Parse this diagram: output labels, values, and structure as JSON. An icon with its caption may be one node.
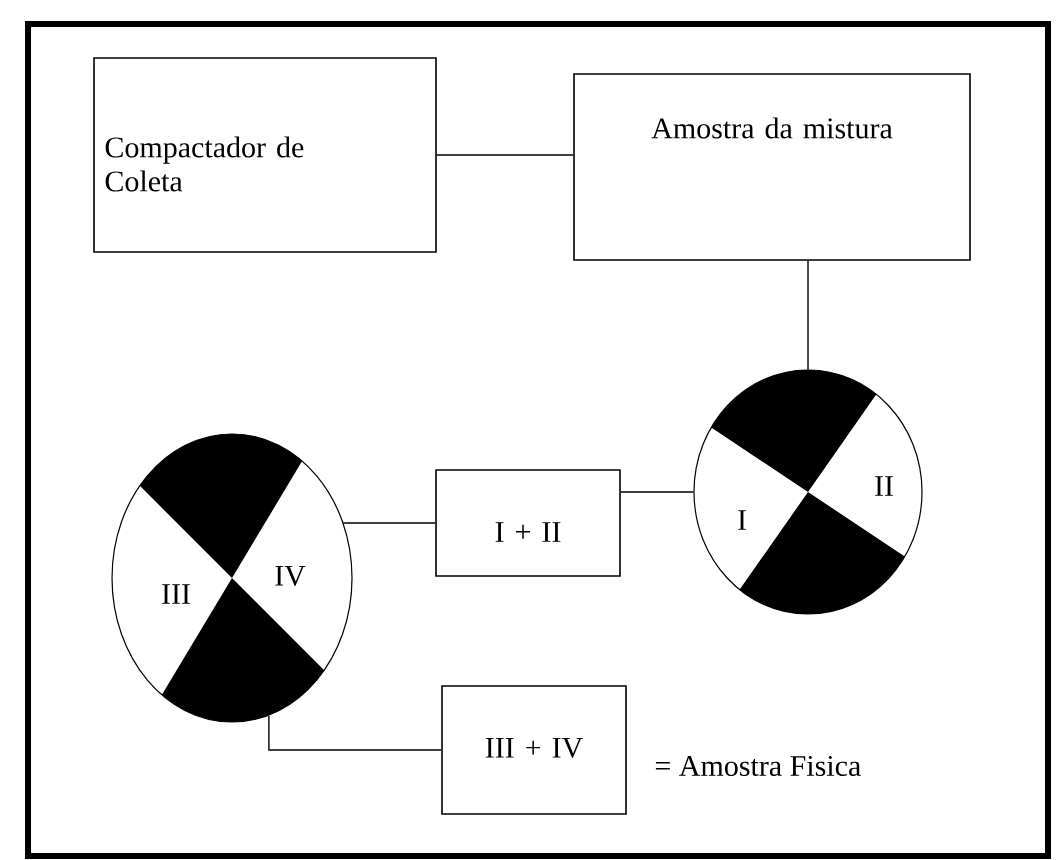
{
  "diagram": {
    "nodes": [
      {
        "text": [
          "Compactador de Coleta"
        ]
      },
      {
        "text": [
          "Amostra da mistura"
        ]
      },
      {
        "text": [
          "I",
          "II"
        ]
      },
      {
        "text": [
          "III",
          "IV"
        ]
      },
      {
        "text": [
          "I + II"
        ]
      },
      {
        "text": [
          "III + IV"
        ],
        "beside": [
          "= Amostra Fisica"
        ]
      }
    ],
    "edges": [
      {
        "from": 0,
        "to": 1,
        "arrow": "none"
      },
      {
        "from": 1,
        "to": 2,
        "arrow": "none"
      },
      {
        "from": 2,
        "to": 4,
        "arrow": "none"
      },
      {
        "from": 4,
        "to": 3,
        "arrow": "none"
      },
      {
        "from": 3,
        "to": 5,
        "arrow": "none"
      }
    ]
  }
}
